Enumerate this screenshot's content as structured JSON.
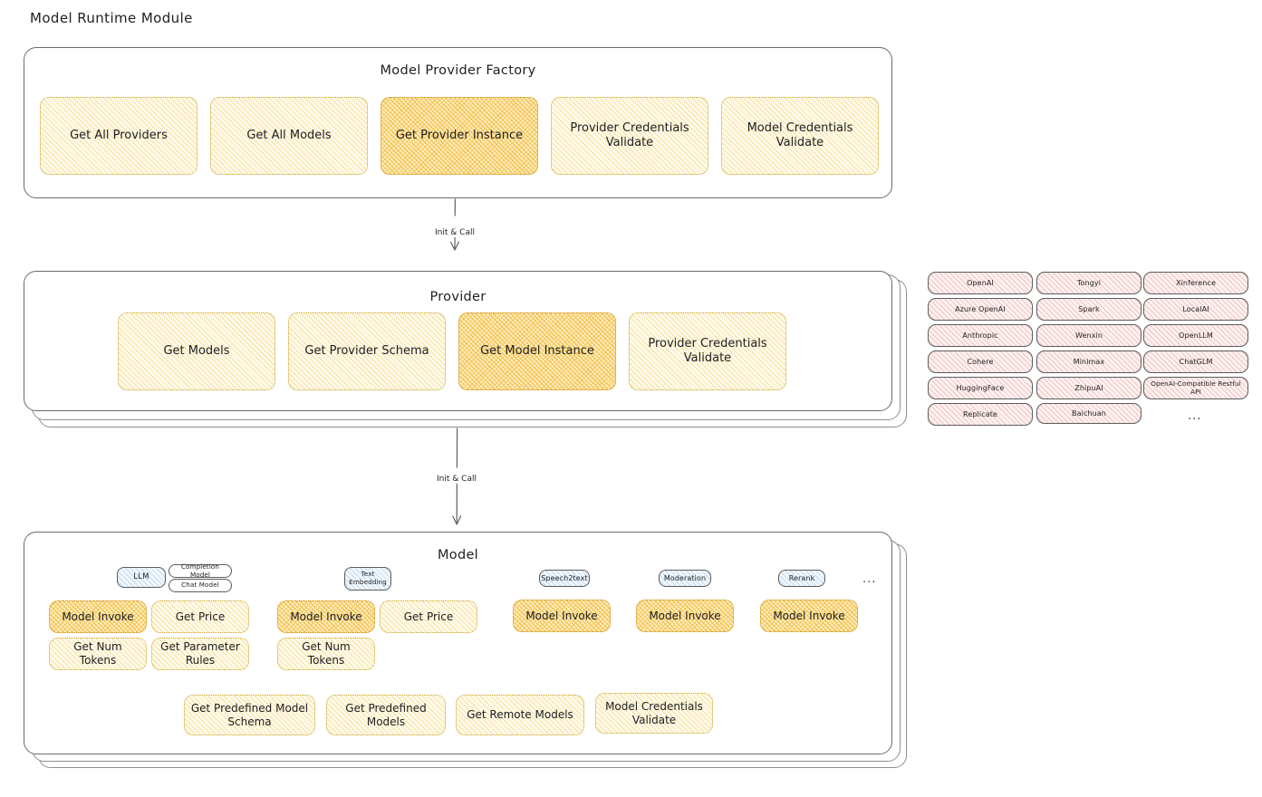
{
  "page": {
    "title": "Model Runtime Module"
  },
  "factory": {
    "title": "Model Provider Factory",
    "items": [
      {
        "label": "Get All Providers",
        "highlight": false
      },
      {
        "label": "Get All Models",
        "highlight": false
      },
      {
        "label": "Get Provider Instance",
        "highlight": true
      },
      {
        "label": "Provider Credentials Validate",
        "highlight": false
      },
      {
        "label": "Model Credentials Validate",
        "highlight": false
      }
    ]
  },
  "arrows": {
    "factory_to_provider": "Init & Call",
    "provider_to_model": "Init & Call"
  },
  "provider": {
    "title": "Provider",
    "items": [
      {
        "label": "Get Models",
        "highlight": false
      },
      {
        "label": "Get Provider Schema",
        "highlight": false
      },
      {
        "label": "Get Model Instance",
        "highlight": true
      },
      {
        "label": "Provider Credentials Validate",
        "highlight": false
      }
    ]
  },
  "provider_list": {
    "columns": [
      {
        "items": [
          "OpenAI",
          "Azure OpenAI",
          "Anthropic",
          "Cohere",
          "HuggingFace",
          "Replicate"
        ]
      },
      {
        "items": [
          "Tongyi",
          "Spark",
          "Wenxin",
          "Minimax",
          "ZhipuAI",
          "Baichuan"
        ]
      },
      {
        "items": [
          "Xinference",
          "LocalAI",
          "OpenLLM",
          "ChatGLM",
          "OpenAI-Compatible Restful API"
        ]
      }
    ],
    "more": "..."
  },
  "model": {
    "title": "Model",
    "more": "...",
    "types": [
      {
        "badge": "LLM",
        "badge_style": "blue",
        "sub_badges": [
          "Completion Model",
          "Chat Model"
        ],
        "methods": [
          {
            "label": "Model Invoke",
            "highlight": true
          },
          {
            "label": "Get Price",
            "highlight": false
          },
          {
            "label": "Get Num Tokens",
            "highlight": false
          },
          {
            "label": "Get Parameter Rules",
            "highlight": false
          }
        ]
      },
      {
        "badge": "Text Embedding",
        "badge_style": "blue",
        "sub_badges": [],
        "methods": [
          {
            "label": "Model Invoke",
            "highlight": true
          },
          {
            "label": "Get Price",
            "highlight": false
          },
          {
            "label": "Get Num Tokens",
            "highlight": false
          }
        ]
      },
      {
        "badge": "Speech2text",
        "badge_style": "blue",
        "sub_badges": [],
        "methods": [
          {
            "label": "Model Invoke",
            "highlight": true
          }
        ]
      },
      {
        "badge": "Moderation",
        "badge_style": "blue",
        "sub_badges": [],
        "methods": [
          {
            "label": "Model Invoke",
            "highlight": true
          }
        ]
      },
      {
        "badge": "Rerank",
        "badge_style": "blue",
        "sub_badges": [],
        "methods": [
          {
            "label": "Model Invoke",
            "highlight": true
          }
        ]
      }
    ],
    "common_methods": [
      "Get Predefined Model Schema",
      "Get Predefined Models",
      "Get Remote Models",
      "Model Credentials Validate"
    ]
  },
  "colors": {
    "highlight_fill": "#f0b224",
    "soft_fill": "#fefaec",
    "provider_fill": "#fdf1f1",
    "badge_fill": "#f1f7fd",
    "stroke": "#6b6b6b",
    "text": "#1e1e1e"
  }
}
